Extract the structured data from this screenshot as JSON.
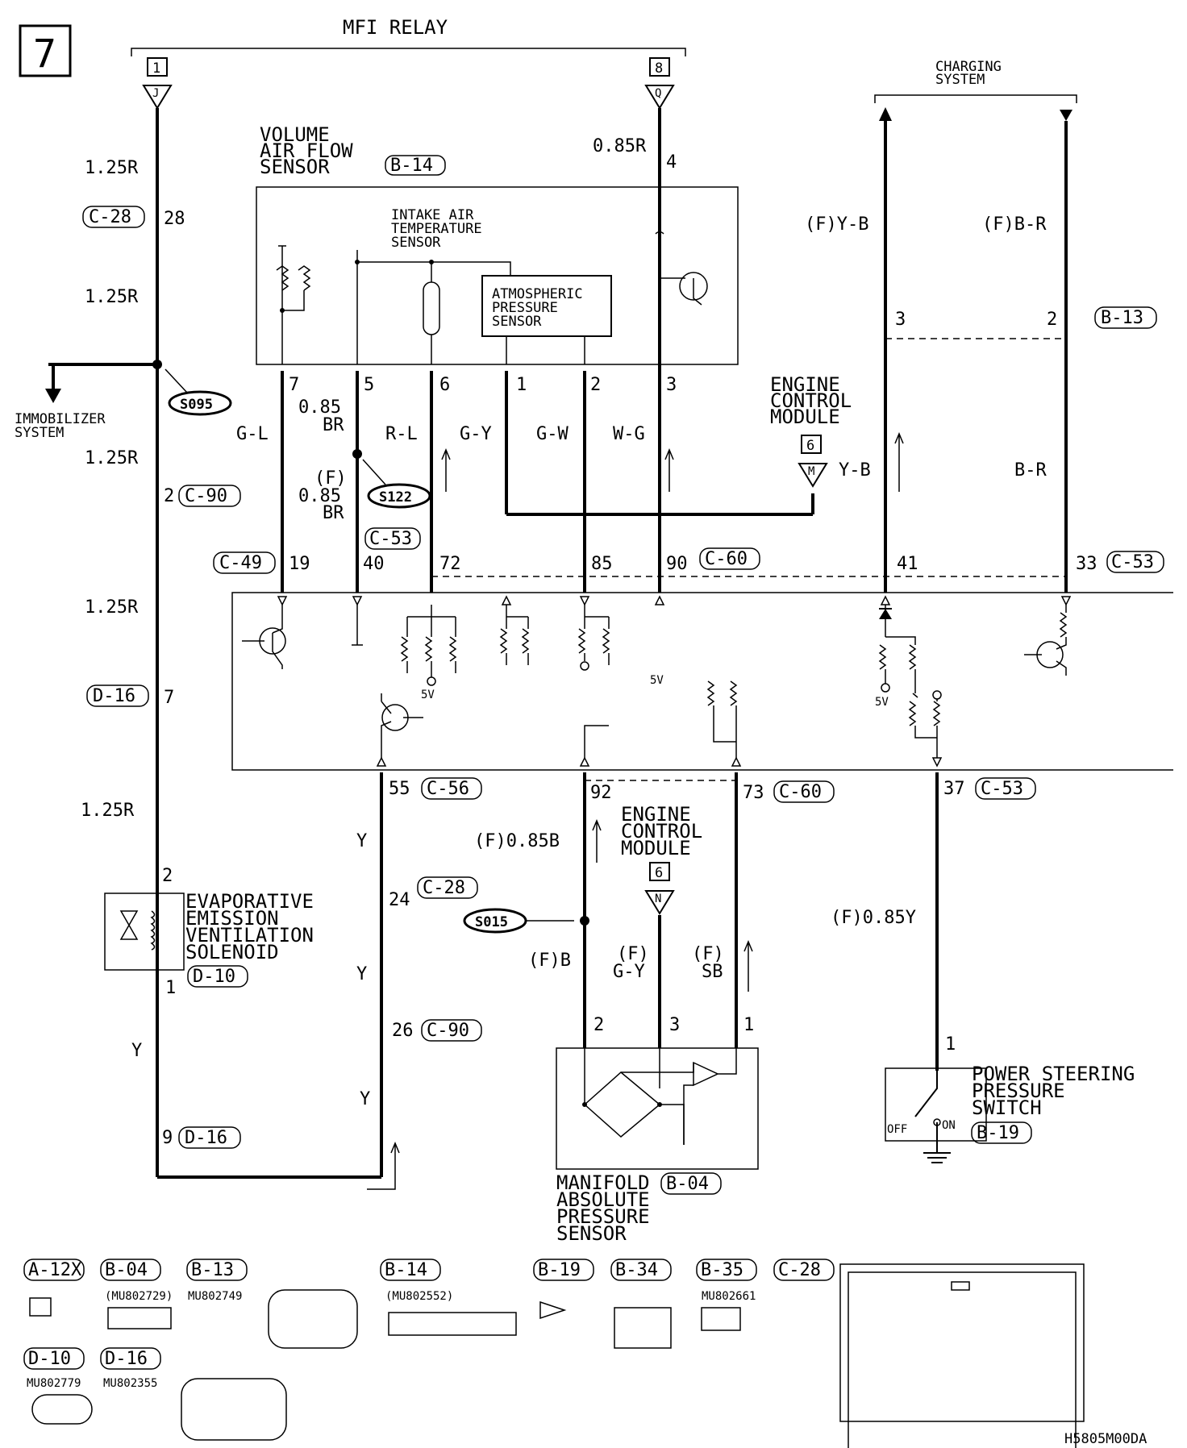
{
  "page_number": "7",
  "relay": {
    "label": "MFI RELAY",
    "pin_left": "1",
    "pin_right": "8",
    "term_left": "J",
    "term_right": "Q"
  },
  "charging_system": {
    "line1": "CHARGING",
    "line2": "SYSTEM"
  },
  "immobilizer": {
    "line1": "IMMOBILIZER",
    "line2": "SYSTEM"
  },
  "vafs": {
    "line1": "VOLUME",
    "line2": "AIR FLOW",
    "line3": "SENSOR",
    "conn": "B-14"
  },
  "iats": {
    "line1": "INTAKE AIR",
    "line2": "TEMPERATURE",
    "line3": "SENSOR"
  },
  "baro": {
    "line1": "ATMOSPHERIC",
    "line2": "PRESSURE",
    "line3": "SENSOR"
  },
  "ecm_top": {
    "line1": "ENGINE",
    "line2": "CONTROL",
    "line3": "MODULE",
    "pin": "6",
    "term": "M"
  },
  "ecm_mid": {
    "line1": "ENGINE",
    "line2": "CONTROL",
    "line3": "MODULE",
    "pin": "6",
    "term": "N"
  },
  "evap": {
    "line1": "EVAPORATIVE",
    "line2": "EMISSION",
    "line3": "VENTILATION",
    "line4": "SOLENOID",
    "conn": "D-10",
    "pin_top": "2",
    "pin_bot": "1"
  },
  "map": {
    "line1": "MANIFOLD",
    "line2": "ABSOLUTE",
    "line3": "PRESSURE",
    "line4": "SENSOR",
    "conn": "B-04",
    "pin2": "2",
    "pin3": "3",
    "pin1": "1"
  },
  "ps_switch": {
    "line1": "POWER STEERING",
    "line2": "PRESSURE",
    "line3": "SWITCH",
    "conn": "B-19",
    "pin": "1",
    "off": "OFF",
    "on": "ON"
  },
  "splices": {
    "s095": "S095",
    "s122": "S122",
    "s015": "S015"
  },
  "wires": {
    "w125r_a": "1.25R",
    "w125r_b": "1.25R",
    "w125r_c": "1.25R",
    "w125r_d": "1.25R",
    "w125r_e": "1.25R",
    "w085r": "0.85R",
    "gl": "G-L",
    "br085a": "0.85",
    "br085b": "BR",
    "fbr_f": "(F)",
    "fbr_085": "0.85",
    "fbr_br": "BR",
    "rl": "R-L",
    "gy": "G-Y",
    "gw": "G-W",
    "wg": "W-G",
    "yb": "Y-B",
    "brr": "B-R",
    "fyb": "(F)Y-B",
    "fbr": "(F)B-R",
    "y1": "Y",
    "y2": "Y",
    "y3": "Y",
    "y4": "Y",
    "f085b": "(F)0.85B",
    "fb": "(F)B",
    "fgy1": "(F)",
    "fgy2": "G-Y",
    "fsb1": "(F)",
    "fsb2": "SB",
    "f085y": "(F)0.85Y"
  },
  "connectors": {
    "c28": "C-28",
    "c90": "C-90",
    "d16": "D-16",
    "c49": "C-49",
    "c53a": "C-53",
    "c60a": "C-60",
    "c53b": "C-53",
    "b13": "B-13",
    "c56": "C-56",
    "c60b": "C-60",
    "c53c": "C-53",
    "c28b": "C-28",
    "c90b": "C-90",
    "d16b": "D-16"
  },
  "pins": {
    "p28": "28",
    "p2": "2",
    "p7": "7",
    "p4": "4",
    "v7": "7",
    "v5": "5",
    "v6": "6",
    "v1": "1",
    "v2": "2",
    "v3": "3",
    "e19": "19",
    "e40": "40",
    "e72": "72",
    "e85": "85",
    "e90": "90",
    "e41": "41",
    "e33": "33",
    "c3": "3",
    "c2": "2",
    "b55": "55",
    "b92": "92",
    "b73": "73",
    "b37": "37",
    "p24": "24",
    "p26": "26",
    "p9": "9"
  },
  "ecu_5v": [
    "5V",
    "5V",
    "5V"
  ],
  "legend": {
    "a12x": "A-12X",
    "b04": "B-04",
    "b04_part": "(MU802729)",
    "b13": "B-13",
    "b13_part": "MU802749",
    "b14": "B-14",
    "b14_part": "(MU802552)",
    "b19": "B-19",
    "b34": "B-34",
    "b35": "B-35",
    "b35_part": "MU802661",
    "c28": "C-28",
    "d10": "D-10",
    "d10_part": "MU802779",
    "d16": "D-16",
    "d16_part": "MU802355"
  },
  "footer_code": "H5805M00DA"
}
